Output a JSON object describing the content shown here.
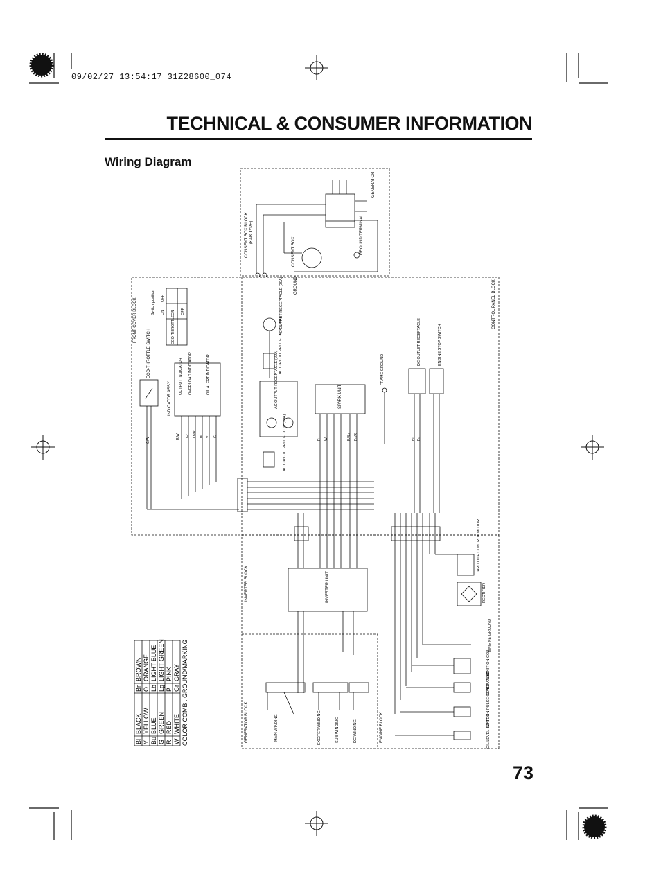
{
  "print_stamp": "09/02/27 13:54:17 31Z28600_074",
  "section_title": "TECHNICAL & CONSUMER INFORMATION",
  "sub_title": "Wiring Diagram",
  "page_number": "73",
  "blocks": {
    "consent_box_block": "CONSENT BOX BLOCK",
    "consent_box_type": "(KAB TYPE)",
    "front_cover_block": "FRONT COVER BLOCK",
    "control_panel_block": "CONTROL PANEL BLOCK",
    "inverter_block": "INVERTER BLOCK",
    "generator_block": "GENERATOR BLOCK",
    "engine_block": "ENGINE BLOCK"
  },
  "components": {
    "generator": "GENERATOR",
    "ground_terminal": "GROUND TERMINAL",
    "consent_box": "CONSENT BOX",
    "ground": "GROUND",
    "eco_throttle_switch": "ECO-THROTTLE SWITCH",
    "indicator_assy": "INDICATOR ASSY",
    "output_indicator": "OUTPUT INDICATOR",
    "overload_indicator": "OVERLOAD INDICATOR",
    "oil_alert_indicator": "OIL ALERT INDICATOR",
    "ac_output_receptacle_30a": "AC OUTPUT RECEPTACLE (30A)",
    "ac_circuit_protector_30a": "AC CIRCUIT PROTECTOR (30A)",
    "ac_output_receptacle_20a": "AC OUTPUT RECEPTACLE (20A)",
    "ac_circuit_protector_20a": "AC CIRCUIT PROTECTOR (20A)",
    "frame_ground": "FRAME GROUND",
    "spark_unit": "SPARK UNIT",
    "dc_outlet_receptacle": "DC OUTLET RECEPTACLE",
    "engine_stop_switch": "ENGINE STOP SWITCH",
    "inverter_unit": "INVERTER UNIT",
    "throttle_control_motor": "THROTTLE CONTROL MOTOR",
    "rectifier": "RECTIFIER",
    "engine_ground": "ENGINE GROUND",
    "ignition_coil": "IGNITION COIL",
    "spark_plug": "SPARK PLUG",
    "ignition_pulse_generator": "IGNITION PULSE GENERATOR",
    "oil_level_switch": "OIL LEVEL SWITCH",
    "main_winding": "MAIN WINDING",
    "exciter_winding": "EXCITER WINDING",
    "sub_winding": "SUB WINDING",
    "dc_winding": "DC WINDING"
  },
  "eco_table": {
    "header_left": "ECO-THROTTLE",
    "header_right": "Switch position",
    "col_on": "ON",
    "col_off": "OFF",
    "row_on": "ON",
    "row_off": "OFF"
  },
  "color_legend": {
    "rows": [
      [
        "Bl",
        "BLACK",
        "Br",
        "BROWN"
      ],
      [
        "Y",
        "YELLOW",
        "O",
        "ORANGE"
      ],
      [
        "Bu",
        "BLUE",
        "Lb",
        "LIGHT BLUE"
      ],
      [
        "G",
        "GREEN",
        "Lg",
        "LIGHT GREEN"
      ],
      [
        "R",
        "RED",
        "P",
        "PINK"
      ],
      [
        "W",
        "WHITE",
        "Gr",
        "GRAY"
      ]
    ],
    "footer": "COLOR COMB : GROUND/MARKING"
  },
  "wire_codes": [
    "G/W",
    "R/W",
    "Gr",
    "Lb/R",
    "Br",
    "Y",
    "G",
    "R",
    "W",
    "Bl",
    "Bu",
    "B/Bu",
    "Bu/R"
  ],
  "colors": {
    "ink": "#111111",
    "paper": "#ffffff"
  }
}
